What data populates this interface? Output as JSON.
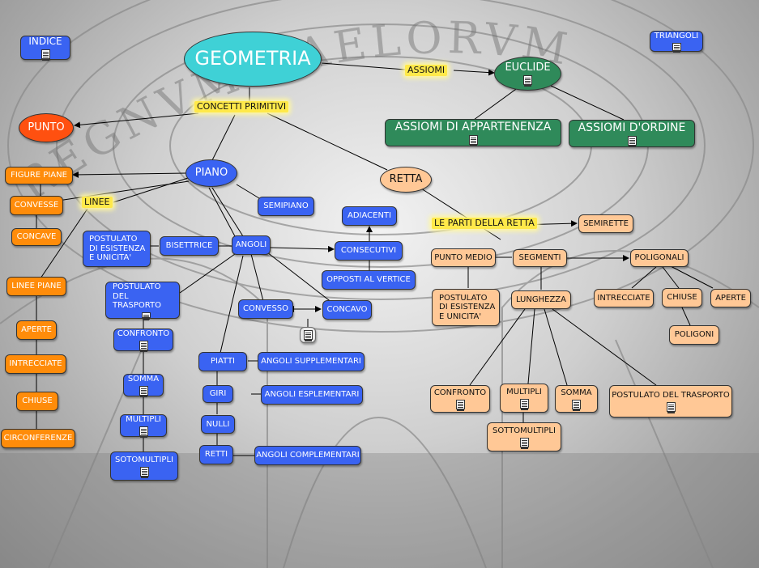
{
  "nodes": {
    "indice": "INDICE",
    "triangoli": "TRIANGOLI",
    "geometria": "GEOMETRIA",
    "euclide": "EUCLIDE",
    "assiomi_appartenenza": "ASSIOMI DI APPARTENENZA",
    "assiomi_ordine": "ASSIOMI D'ORDINE",
    "punto": "PUNTO",
    "piano": "PIANO",
    "retta": "RETTA",
    "figure_piane": "FIGURE PIANE",
    "convesse": "CONVESSE",
    "concave": "CONCAVE",
    "linee_piane": "LINEE PIANE",
    "aperte_l": "APERTE",
    "intrecciate_l": "INTRECCIATE",
    "chiuse_l": "CHIUSE",
    "circonferenze": "CIRCONFERENZE",
    "semipiano": "SEMIPIANO",
    "postulato_esistenza_piano": "POSTULATO\nDI ESISTENZA\nE UNICITA'",
    "bisettrice": "BISETTRICE",
    "angoli": "ANGOLI",
    "adiacenti": "ADIACENTI",
    "consecutivi": "CONSECUTIVI",
    "opposti_vertice": "OPPOSTI AL VERTICE",
    "postulato_trasporto_piano": "POSTULATO\nDEL TRASPORTO",
    "convesso": "CONVESSO",
    "concavo": "CONCAVO",
    "confronto_b": "CONFRONTO",
    "somma_b": "SOMMA",
    "multipli_b": "MULTIPLI",
    "sotomultipli_b": "SOTOMULTIPLI",
    "piatti": "PIATTI",
    "giri": "GIRI",
    "nulli": "NULLI",
    "retti": "RETTI",
    "angoli_supplementari": "ANGOLI SUPPLEMENTARI",
    "angoli_esplementari": "ANGOLI ESPLEMENTARI",
    "angoli_complementari": "ANGOLI COMPLEMENTARI",
    "semirette": "SEMIRETTE",
    "punto_medio": "PUNTO MEDIO",
    "segmenti": "SEGMENTI",
    "poligonali": "POLIGONALI",
    "postulato_esistenza_retta": "POSTULATO\nDI ESISTENZA\nE UNICITA'",
    "lunghezza": "LUNGHEZZA",
    "intrecciate_p": "INTRECCIATE",
    "chiuse_p": "CHIUSE",
    "aperte_p": "APERTE",
    "poligoni": "POLIGONI",
    "confronto_p": "CONFRONTO",
    "multipli_p": "MULTIPLI",
    "somma_p": "SOMMA",
    "sottomultipli_p": "SOTTOMULTIPLI",
    "postulato_trasporto_retta": "POSTULATO DEL TRASPORTO"
  },
  "labels": {
    "assiomi": "ASSIOMI",
    "concetti_primitivi": "CONCETTI PRIMITIVI",
    "linee": "LINEE",
    "parti_retta": "LE PARTI DELLA RETTA"
  },
  "background_text": "REGNVM CAELORVM",
  "colors": {
    "blue": "#3a63f2",
    "orange": "#ff8c0a",
    "peach": "#ffc896",
    "green": "#2f8a5a",
    "cyan": "#3fd1d6",
    "punto": "#ff5010",
    "label": "#ffe94a"
  },
  "icons": [
    "document-icon"
  ]
}
